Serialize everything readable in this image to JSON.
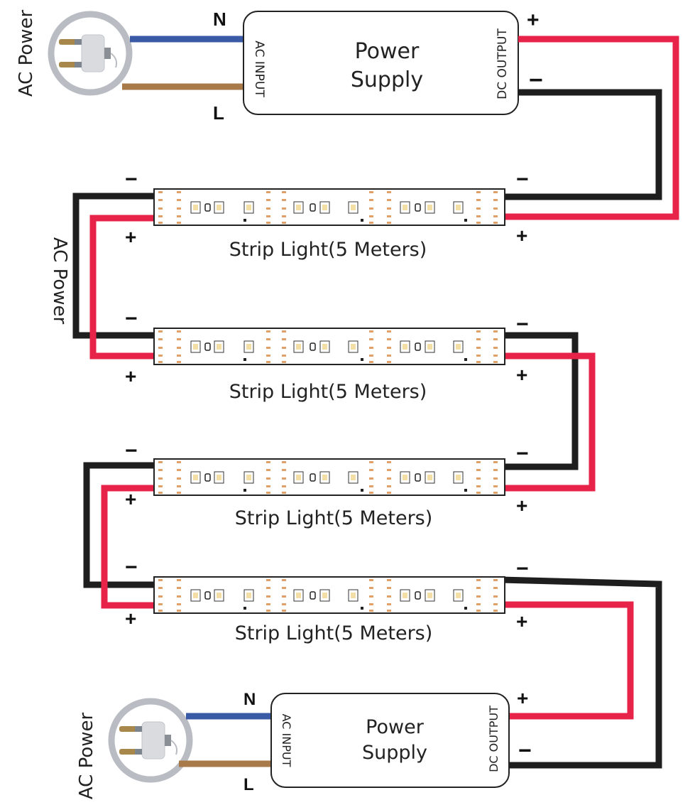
{
  "colors": {
    "neutral_wire": "#3b5aa6",
    "live_wire": "#a87a4a",
    "positive_wire": "#e8234a",
    "negative_wire": "#1e1e1e",
    "led_chip": "#f3dfa5",
    "pad": "#e0a168"
  },
  "icons": {
    "plug": "plug-icon"
  },
  "top_power": {
    "ac_label": "AC Power",
    "n_label": "N",
    "l_label": "L",
    "psu_title_line1": "Power",
    "psu_title_line2": "Supply",
    "input_label": "AC INPUT",
    "output_label": "DC OUTPUT",
    "plus": "+",
    "minus": "−"
  },
  "side_label": "AC Power",
  "strips": [
    {
      "label": "Strip Light(5 Meters)",
      "plus": "+",
      "minus": "−"
    },
    {
      "label": "Strip Light(5 Meters)",
      "plus": "+",
      "minus": "−"
    },
    {
      "label": "Strip Light(5 Meters)",
      "plus": "+",
      "minus": "−"
    },
    {
      "label": "Strip Light(5 Meters)",
      "plus": "+",
      "minus": "−"
    }
  ],
  "bottom_power": {
    "ac_label": "AC Power",
    "n_label": "N",
    "l_label": "L",
    "psu_title_line1": "Power",
    "psu_title_line2": "Supply",
    "input_label": "AC INPUT",
    "output_label": "DC OUTPUT",
    "plus": "+",
    "minus": "−"
  }
}
